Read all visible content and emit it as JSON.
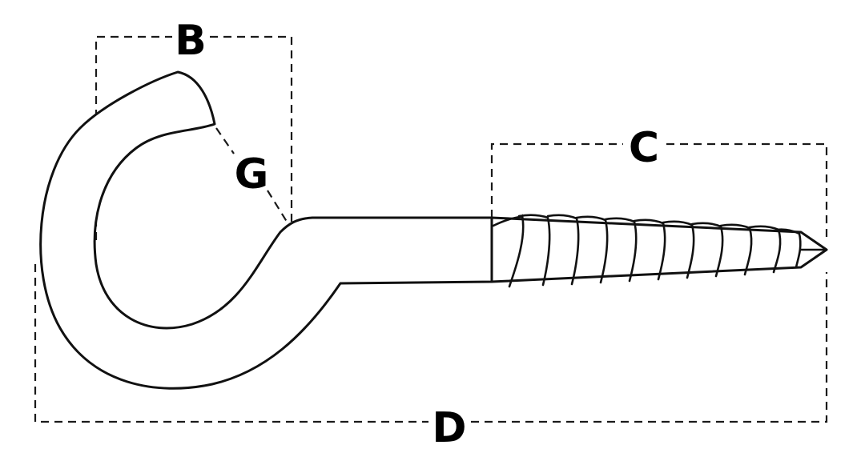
{
  "labels": {
    "b": "B",
    "c": "C",
    "d": "D",
    "g": "G"
  },
  "colors": {
    "line": "#111111",
    "background": "#ffffff"
  }
}
